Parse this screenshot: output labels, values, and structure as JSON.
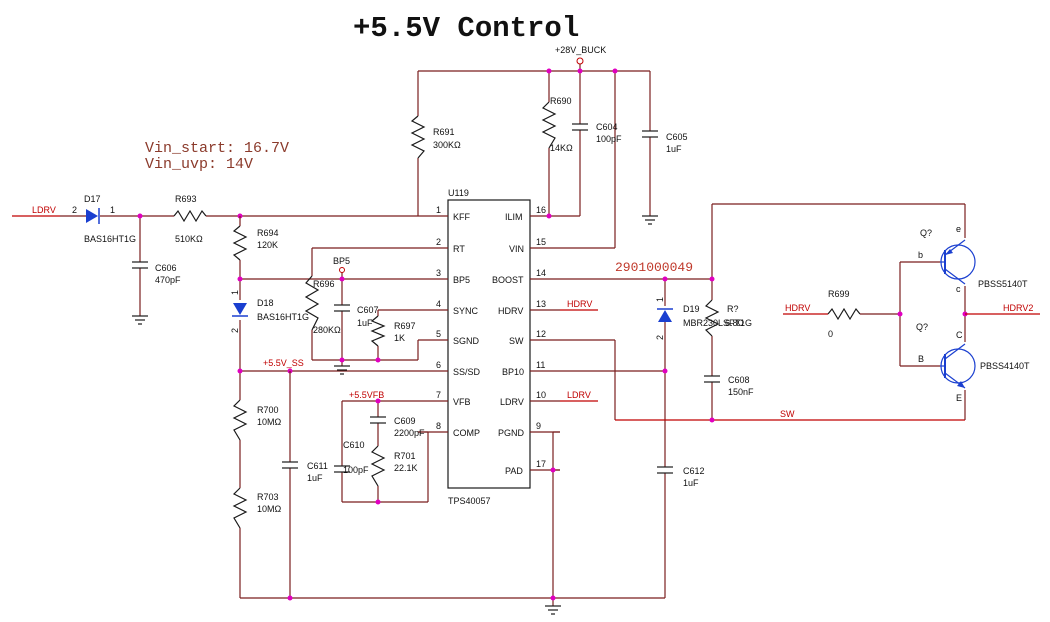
{
  "title": "+5.5V Control",
  "notes": {
    "vin_start": "Vin_start:  16.7V",
    "vin_uvp": "Vin_uvp:  14V"
  },
  "part_code": "2901000049",
  "nets": {
    "buck": "+28V_BUCK",
    "bp5": "BP5",
    "ss": "+5.5V_SS",
    "fb": "+5.5VFB",
    "ldrv_in": "LDRV",
    "hdrv_pin": "HDRV",
    "ldrv_pin": "LDRV",
    "sw": "SW",
    "hdrv_in": "HDRV",
    "hdrv2": "HDRV2"
  },
  "ic": {
    "ref": "U119",
    "part": "TPS40057",
    "left_pins": [
      {
        "num": "1",
        "name": "KFF"
      },
      {
        "num": "2",
        "name": "RT"
      },
      {
        "num": "3",
        "name": "BP5"
      },
      {
        "num": "4",
        "name": "SYNC"
      },
      {
        "num": "5",
        "name": "SGND"
      },
      {
        "num": "6",
        "name": "SS/SD"
      },
      {
        "num": "7",
        "name": "VFB"
      },
      {
        "num": "8",
        "name": "COMP"
      }
    ],
    "right_pins": [
      {
        "num": "16",
        "name": "ILIM"
      },
      {
        "num": "15",
        "name": "VIN"
      },
      {
        "num": "14",
        "name": "BOOST"
      },
      {
        "num": "13",
        "name": "HDRV"
      },
      {
        "num": "12",
        "name": "SW"
      },
      {
        "num": "11",
        "name": "BP10"
      },
      {
        "num": "10",
        "name": "LDRV"
      },
      {
        "num": "9",
        "name": "PGND"
      },
      {
        "num": "17",
        "name": "PAD"
      }
    ]
  },
  "components": {
    "d17": {
      "ref": "D17",
      "value": "BAS16HT1G",
      "pin_a": "2",
      "pin_k": "1"
    },
    "r693": {
      "ref": "R693",
      "value": "510KΩ"
    },
    "c606": {
      "ref": "C606",
      "value": "470pF"
    },
    "r694": {
      "ref": "R694",
      "value": "120K"
    },
    "d18": {
      "ref": "D18",
      "value": "BAS16HT1G",
      "pin_top": "1",
      "pin_bot": "2"
    },
    "r691": {
      "ref": "R691",
      "value": "300KΩ"
    },
    "r690": {
      "ref": "R690",
      "value": "14KΩ"
    },
    "c604": {
      "ref": "C604",
      "value": "100pF"
    },
    "c605": {
      "ref": "C605",
      "value": "1uF"
    },
    "r696": {
      "ref": "R696",
      "value": "280KΩ"
    },
    "c607": {
      "ref": "C607",
      "value": "1uF"
    },
    "r697": {
      "ref": "R697",
      "value": "1K"
    },
    "r700": {
      "ref": "R700",
      "value": "10MΩ"
    },
    "r703": {
      "ref": "R703",
      "value": "10MΩ"
    },
    "c611": {
      "ref": "C611",
      "value": "1uF"
    },
    "c609": {
      "ref": "C609",
      "value": "2200pF"
    },
    "c610": {
      "ref": "C610",
      "value": "100pF"
    },
    "r701": {
      "ref": "R701",
      "value": "22.1K"
    },
    "d19": {
      "ref": "D19",
      "value": "MBR230LSFT1G",
      "pin_top": "1",
      "pin_bot": "2"
    },
    "rq": {
      "ref": "R?",
      "value": "6.8Ω"
    },
    "c608": {
      "ref": "C608",
      "value": "150nF"
    },
    "c612": {
      "ref": "C612",
      "value": "1uF"
    },
    "r699": {
      "ref": "R699",
      "value": "0"
    },
    "q1": {
      "ref": "Q?",
      "part": "PBSS5140T",
      "b": "b",
      "c": "c",
      "e": "e"
    },
    "q2": {
      "ref": "Q?",
      "part": "PBSS4140T",
      "b": "B",
      "c": "C",
      "e": "E"
    }
  }
}
